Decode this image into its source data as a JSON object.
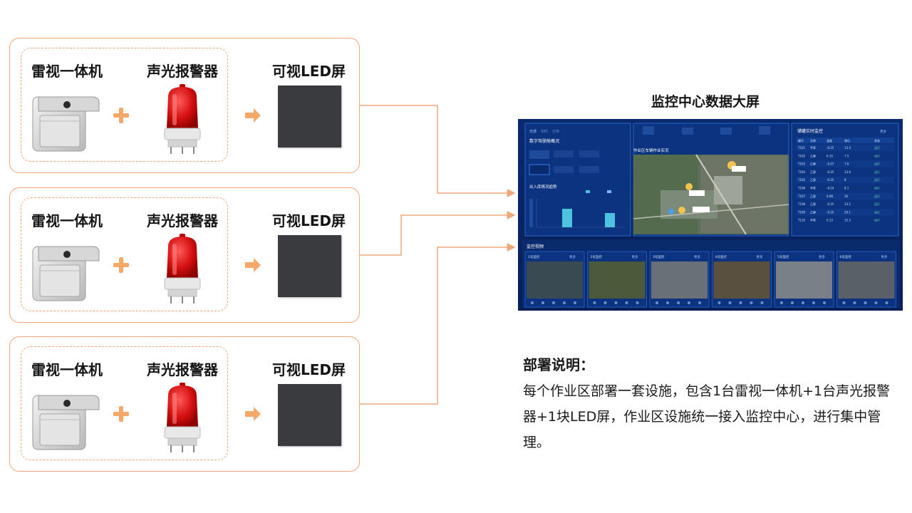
{
  "zones": [
    {
      "radar_label": "雷视一体机",
      "alarm_label": "声光报警器",
      "led_label": "可视LED屏"
    },
    {
      "radar_label": "雷视一体机",
      "alarm_label": "声光报警器",
      "led_label": "可视LED屏"
    },
    {
      "radar_label": "雷视一体机",
      "alarm_label": "声光报警器",
      "led_label": "可视LED屏"
    }
  ],
  "screen": {
    "title": "监控中心数据大屏",
    "tabs": [
      "无感",
      "实时",
      "分布"
    ],
    "stats_title": "数字驾驶舱概况",
    "map_title": "作业区车辆作业实况",
    "table_title": "储罐实时监控",
    "table_more": "更多",
    "table_headers": [
      "编号",
      "名称",
      "温度",
      "液位",
      "状态"
    ],
    "table_rows": [
      [
        "T101",
        "甲苯",
        "-0.25",
        "13.3",
        "运行"
      ],
      [
        "T102",
        "乙醇",
        "0.15",
        "7.5",
        "运行"
      ],
      [
        "T103",
        "乙醇",
        "-0.07",
        "7.6",
        "运行"
      ],
      [
        "T104",
        "乙醇",
        "-0.25",
        "13.8",
        "运行"
      ],
      [
        "T105",
        "乙醇",
        "-0.25",
        "8",
        "运行"
      ],
      [
        "T106",
        "甲苯",
        "-0.24",
        "8.1",
        "运行"
      ],
      [
        "T107",
        "乙醇",
        "0.08",
        "16",
        "运行"
      ],
      [
        "T108",
        "乙醇",
        "-0.25",
        "13.2",
        "运行"
      ],
      [
        "T109",
        "乙醇",
        "-0.25",
        "20.1",
        "运行"
      ],
      [
        "T110",
        "甲苯",
        "0.13",
        "15.3",
        "运行"
      ]
    ],
    "trend_title": "出入库情况趋势",
    "video_title": "监控视频",
    "video_cams": [
      "1号监控",
      "2号监控",
      "3号监控",
      "4号监控",
      "5号监控",
      "6号监控"
    ],
    "video_more": "更多"
  },
  "note": {
    "heading": "部署说明：",
    "body": "每个作业区部署一套设施，包含1台雷视一体机+1台声光报警器+1块LED屏，作业区设施统一接入监控中心，进行集中管理。"
  },
  "colors": {
    "accent": "#f0a77a",
    "arrow": "#f6a868",
    "dash_bg": "#0a2a6e",
    "panel_border": "#2a64c8",
    "chart_bar": "#4ec3e0"
  }
}
